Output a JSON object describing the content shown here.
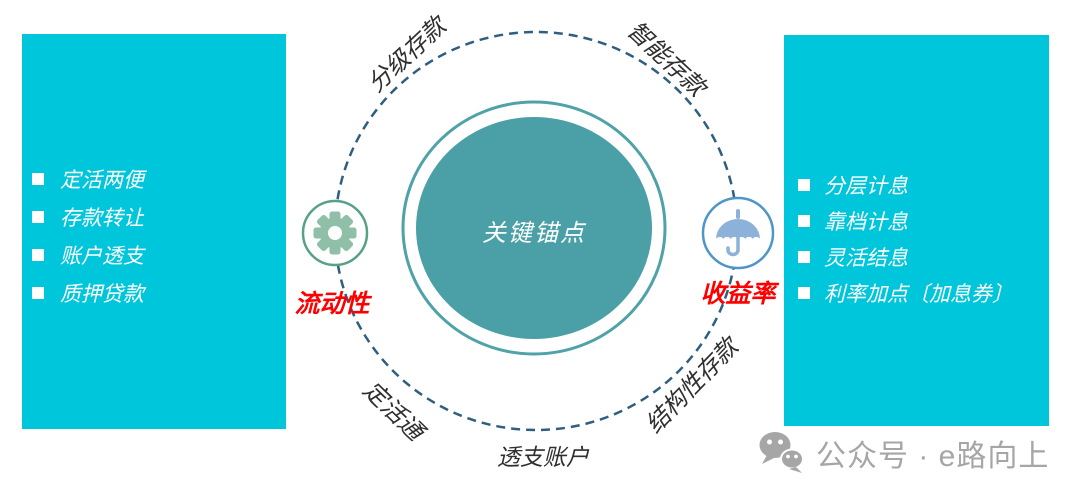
{
  "left_panel": {
    "items": [
      {
        "label": "定活两便"
      },
      {
        "label": "存款转让"
      },
      {
        "label": "账户透支"
      },
      {
        "label": "质押贷款"
      }
    ]
  },
  "right_panel": {
    "items": [
      {
        "label": "分层计息"
      },
      {
        "label": "靠档计息"
      },
      {
        "label": "灵活结息"
      },
      {
        "label": "利率加点〔加息券〕"
      }
    ]
  },
  "center_circle": {
    "label": "关键锚点"
  },
  "orbit_labels": {
    "top_left": "分级存款",
    "top_right": "智能存款",
    "bottom_left": "定活通",
    "bottom_right": "结构性存款",
    "bottom_center": "透支账户"
  },
  "axis": {
    "left": {
      "label": "流动性",
      "icon": "gear-icon"
    },
    "right": {
      "label": "收益率",
      "icon": "umbrella-icon"
    }
  },
  "watermark": {
    "label": "公众号 · e路向上",
    "icon": "wechat-icon"
  },
  "colors": {
    "panel_cyan": "#00C6DB",
    "center_teal_fill": "#4AA0A6",
    "center_teal_ring": "#4FA3A8",
    "orbit_dash_blue": "#2E5F80",
    "gear_ring_green": "#57A287",
    "gear_fill_green": "#8FBFA7",
    "umbrella_ring_blue": "#4E95C8",
    "umbrella_fill_blue": "#8CB2D9",
    "axis_label_red": "#FF0000",
    "label_dark": "#2F2F2F",
    "watermark_gray": "#A6A6A6"
  }
}
